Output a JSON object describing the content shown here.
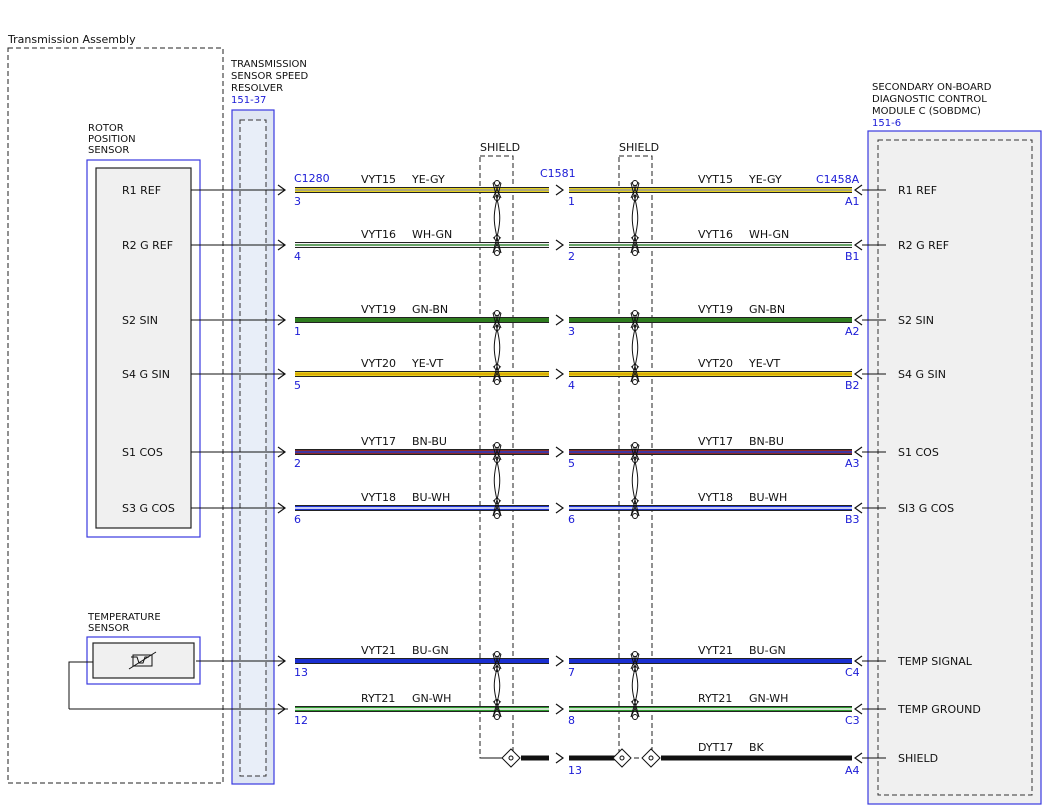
{
  "transmission_assembly": {
    "label": "Transmission Assembly"
  },
  "resolver": {
    "title": [
      "TRANSMISSION",
      "SENSOR SPEED",
      "RESOLVER"
    ],
    "ref": "151-37"
  },
  "rotor_sensor": {
    "title": [
      "ROTOR",
      "POSITION",
      "SENSOR"
    ]
  },
  "temp_sensor": {
    "title": [
      "TEMPERATURE",
      "SENSOR"
    ]
  },
  "module": {
    "title": [
      "SECONDARY ON-BOARD",
      "DIAGNOSTIC CONTROL",
      "MODULE C (SOBDMC)"
    ],
    "ref": "151-6"
  },
  "shield_label": "SHIELD",
  "connectors": {
    "c1": "C1280",
    "c2": "C1581",
    "c3": "C1458A"
  },
  "circuits": [
    {
      "left_label": "R1 REF",
      "right_label": "R1 REF",
      "circuit_l": "VYT15",
      "color_l": "YE-GY",
      "circuit_r": "VYT15",
      "color_r": "YE-GY",
      "pin1": "3",
      "pin2": "1",
      "pin3": "A1",
      "c1": "#e6d21e",
      "c2": "#9a9a9a",
      "shielded": true
    },
    {
      "left_label": "R2 G REF",
      "right_label": "R2 G REF",
      "circuit_l": "VYT16",
      "color_l": "WH-GN",
      "circuit_r": "VYT16",
      "color_r": "WH-GN",
      "pin1": "4",
      "pin2": "2",
      "pin3": "B1",
      "c1": "#f4f4f4",
      "c2": "#3a8a3a",
      "shielded": true
    },
    {
      "left_label": "S2 SIN",
      "right_label": "S2 SIN",
      "circuit_l": "VYT19",
      "color_l": "GN-BN",
      "circuit_r": "VYT19",
      "color_r": "GN-BN",
      "pin1": "1",
      "pin2": "3",
      "pin3": "A2",
      "c1": "#2e7d1e",
      "c2": "#2e7d1e",
      "shielded": true
    },
    {
      "left_label": "S4 G SIN",
      "right_label": "S4 G SIN",
      "circuit_l": "VYT20",
      "color_l": "YE-VT",
      "circuit_r": "VYT20",
      "color_r": "YE-VT",
      "pin1": "5",
      "pin2": "4",
      "pin3": "B2",
      "c1": "#e6d21e",
      "c2": "#d8a000",
      "shielded": true
    },
    {
      "left_label": "S1 COS",
      "right_label": "S1 COS",
      "circuit_l": "VYT17",
      "color_l": "BN-BU",
      "circuit_r": "VYT17",
      "color_r": "BN-BU",
      "pin1": "2",
      "pin2": "5",
      "pin3": "A3",
      "c1": "#8a2a2a",
      "c2": "#2a3ac8",
      "shielded": true
    },
    {
      "left_label": "S3 G COS",
      "right_label": "SI3 G COS",
      "circuit_l": "VYT18",
      "color_l": "BU-WH",
      "circuit_r": "VYT18",
      "color_r": "BU-WH",
      "pin1": "6",
      "pin2": "6",
      "pin3": "B3",
      "c1": "#1a2fd0",
      "c2": "#ffffff",
      "shielded": true
    },
    {
      "left_label": "",
      "right_label": "TEMP SIGNAL",
      "circuit_l": "VYT21",
      "color_l": "BU-GN",
      "circuit_r": "VYT21",
      "color_r": "BU-GN",
      "pin1": "13",
      "pin2": "7",
      "pin3": "C4",
      "c1": "#1a2fd0",
      "c2": "#1a2fd0",
      "shielded": true
    },
    {
      "left_label": "",
      "right_label": "TEMP GROUND",
      "circuit_l": "RYT21",
      "color_l": "GN-WH",
      "circuit_r": "RYT21",
      "color_r": "GN-WH",
      "pin1": "12",
      "pin2": "8",
      "pin3": "C3",
      "c1": "#2e9a2e",
      "c2": "#ffffff",
      "shielded": true
    }
  ],
  "shield_circuit": {
    "right_label": "SHIELD",
    "circuit_r": "DYT17",
    "color_r": "BK",
    "pin2": "13",
    "pin3": "A4"
  }
}
